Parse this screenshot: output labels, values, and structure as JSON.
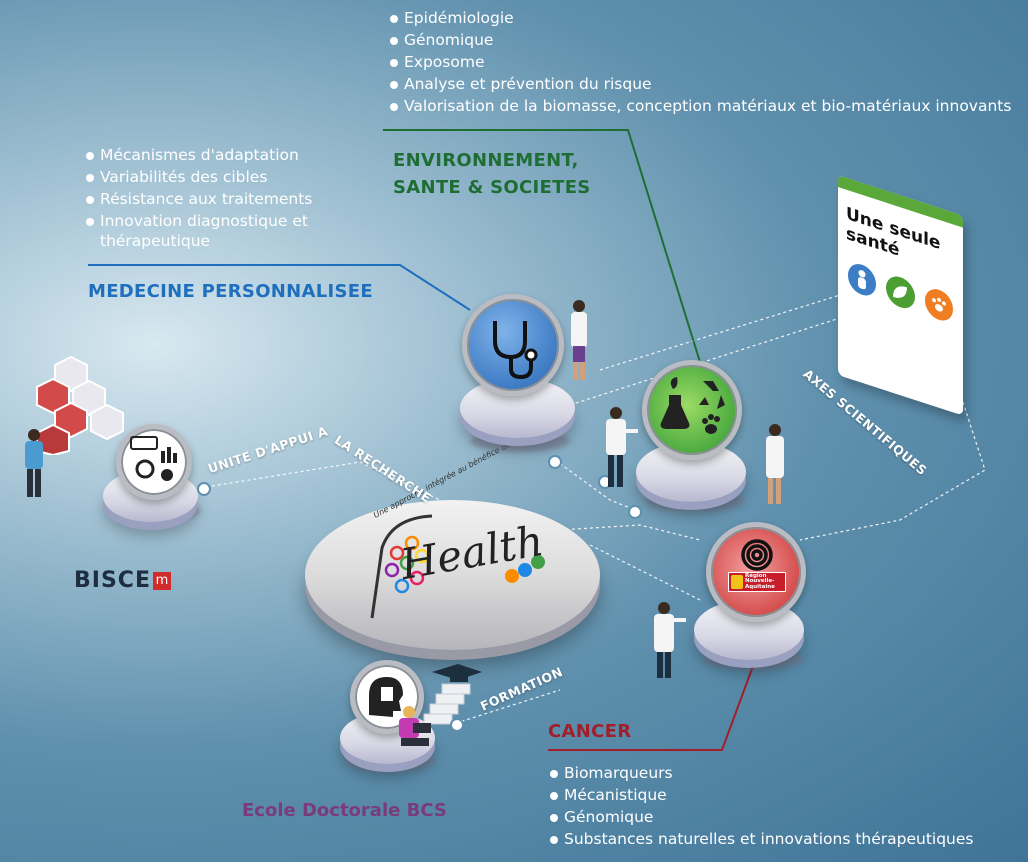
{
  "environnement": {
    "bullets": [
      "Epidémiologie",
      "Génomique",
      "Exposome",
      "Analyse et prévention du risque",
      "Valorisation de la biomasse, conception matériaux et bio-matériaux innovants"
    ],
    "heading_line1": "ENVIRONNEMENT,",
    "heading_line2": "SANTE & SOCIETES",
    "color": "#1e7a3c"
  },
  "medecine": {
    "bullets": [
      "Mécanismes d'adaptation",
      "Variabilités des cibles",
      "Résistance aux traitements",
      "Innovation diagnostique et"
    ],
    "bullet_continuation": "thérapeutique",
    "heading": "MEDECINE PERSONNALISEE",
    "color": "#1f6fbf"
  },
  "cancer": {
    "heading": "CANCER",
    "bullets": [
      "Biomarqueurs",
      "Mécanistique",
      "Génomique",
      "Substances naturelles et innovations thérapeutiques"
    ],
    "color": "#b0222e"
  },
  "one_health": {
    "title": "Une seule santé",
    "accent": "#5aa83a"
  },
  "center": {
    "logo_text": "Health",
    "slogan": "Une approche intégrée au bénéfice de la santé"
  },
  "path_labels": {
    "unite": "UNITE D'APPUI A",
    "recherche": "LA RECHERCHE",
    "axes": "AXES SCIENTIFIQUES",
    "formation": "FORMATION"
  },
  "bisce": {
    "name": "BISCE",
    "badge": "m",
    "badge_color": "#d22b2b"
  },
  "ecole": {
    "name": "Ecole Doctorale BCS",
    "color": "#7a3b7a"
  },
  "region": {
    "line1": "Région",
    "line2": "Nouvelle-",
    "line3": "Aquitaine"
  }
}
